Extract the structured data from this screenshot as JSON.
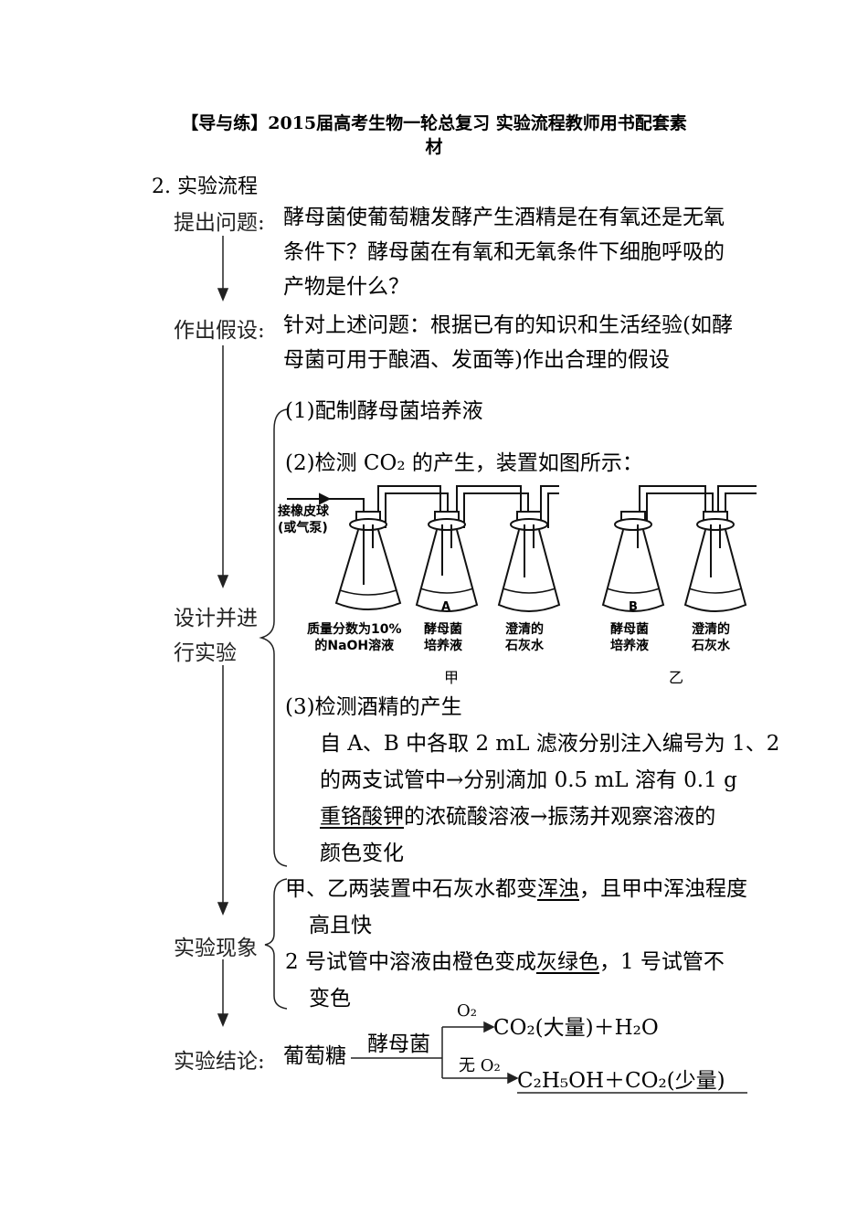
{
  "title": {
    "line1": "【导与练】2015届高考生物一轮总复习 实验流程教师用书配套素",
    "line2": "材"
  },
  "section": "2. 实验流程",
  "steps": {
    "question": {
      "label": "提出问题:",
      "lines": [
        "酵母菌使葡萄糖发酵产生酒精是在有氧还是无氧",
        "条件下？酵母菌在有氧和无氧条件下细胞呼吸的",
        "产物是什么？"
      ]
    },
    "hypothesis": {
      "label": "作出假设:",
      "lines": [
        "针对上述问题：根据已有的知识和生活经验(如酵",
        "母菌可用于酿酒、发面等)作出合理的假设"
      ]
    },
    "design": {
      "label_line1": "设计并进",
      "label_line2": "行实验",
      "item1": "(1)配制酵母菌培养液",
      "item2": "(2)检测 CO₂ 的产生，装置如图所示：",
      "item3": "(3)检测酒精的产生",
      "item3_lines": [
        "自 A、B 中各取 2 mL 滤液分别注入编号为 1、2",
        "的两支试管中→分别滴加 0.5 mL 溶有 0.1 g"
      ],
      "item3_underline": "重铬酸钾",
      "item3_line3_rest": "的浓硫酸溶液→振荡并观察溶液的",
      "item3_line4": "颜色变化"
    },
    "phenomenon": {
      "label": "实验现象",
      "line1_a": "甲、乙两装置中石灰水都变",
      "line1_ul": "浑浊",
      "line1_b": "，且甲中浑浊程度",
      "line2": "高且快",
      "line3_a": "2 号试管中溶液由橙色变成",
      "line3_ul": "灰绿色",
      "line3_b": "，1 号试管不",
      "line4": "变色"
    },
    "conclusion": {
      "label": "实验结论:",
      "substrate": "葡萄糖",
      "enzyme": "酵母菌",
      "aerobic_cond": "O₂",
      "aerobic_prod": "CO₂(大量)＋H₂O",
      "anaerobic_cond": "无 O₂",
      "anaerobic_prod": "C₂H₅OH＋CO₂(少量)"
    }
  },
  "figure": {
    "pump_label_1": "接橡皮球",
    "pump_label_2": "(或气泵)",
    "flask_A": "A",
    "flask_B": "B",
    "labels": [
      [
        "质量分数为10%",
        "的NaOH溶液"
      ],
      [
        "酵母菌",
        "培养液"
      ],
      [
        "澄清的",
        "石灰水"
      ],
      [
        "酵母菌",
        "培养液"
      ],
      [
        "澄清的",
        "石灰水"
      ]
    ],
    "group_jia": "甲",
    "group_yi": "乙"
  }
}
